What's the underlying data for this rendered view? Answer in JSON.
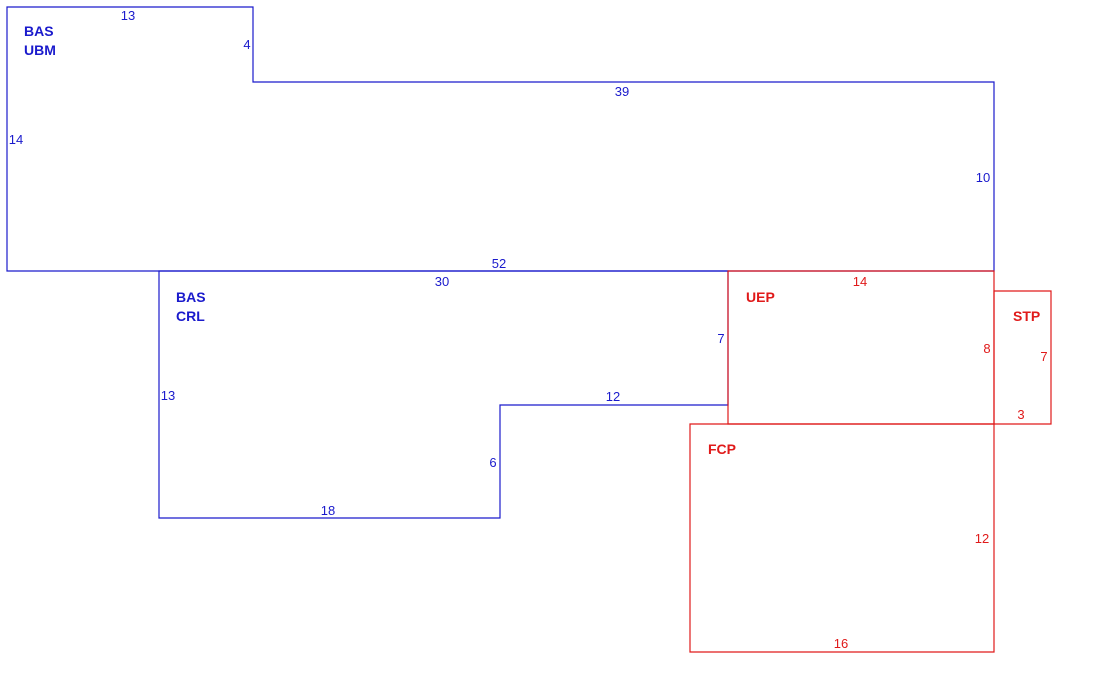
{
  "colors": {
    "blue": "#1a1acc",
    "red": "#e01a1a"
  },
  "rooms": {
    "bas_ubm": {
      "label_line1": "BAS",
      "label_line2": "UBM",
      "dims": {
        "top": "13",
        "step": "4",
        "upper_right": "39",
        "left": "14",
        "right": "10",
        "bottom": "52"
      }
    },
    "bas_crl": {
      "label_line1": "BAS",
      "label_line2": "CRL",
      "dims": {
        "top": "30",
        "left": "13",
        "bottom": "18",
        "step_vertical": "6",
        "step_horizontal": "12",
        "right": "7"
      }
    },
    "uep": {
      "label": "UEP",
      "dims": {
        "top": "14",
        "right": "8"
      }
    },
    "stp": {
      "label": "STP",
      "dims": {
        "right": "7",
        "bottom": "3"
      }
    },
    "fcp": {
      "label": "FCP",
      "dims": {
        "right": "12",
        "bottom": "16"
      }
    }
  }
}
